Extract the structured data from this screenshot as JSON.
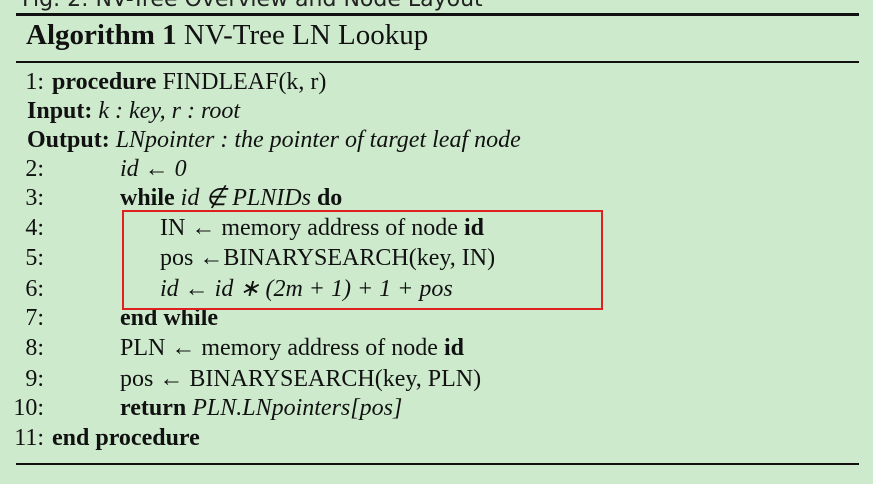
{
  "top_caption": "Fig. 2: NV-Tree Overview and Node Layout",
  "algorithm": {
    "label": "Algorithm 1",
    "title": "NV-Tree LN Lookup"
  },
  "lines": [
    {
      "num": "1:",
      "kw": "procedure",
      "text": "FINDLEAF(k, r)"
    },
    {
      "label": "Input:",
      "text": "k : key, r : root"
    },
    {
      "label": "Output:",
      "text": "LNpointer : the pointer of target leaf node"
    },
    {
      "num": "2:",
      "text": "id ← 0"
    },
    {
      "num": "3:",
      "kw": "while",
      "text": "id ∉ PLNIDs",
      "kw2": "do"
    },
    {
      "num": "4:",
      "text": "IN ← memory address of node",
      "bold": "id"
    },
    {
      "num": "5:",
      "text": "pos ←BINARYSEARCH(key, IN)"
    },
    {
      "num": "6:",
      "text": "id ← id ∗ (2m + 1) + 1 + pos"
    },
    {
      "num": "7:",
      "kw": "end while"
    },
    {
      "num": "8:",
      "text": "PLN ← memory address of node",
      "bold": "id"
    },
    {
      "num": "9:",
      "text": "pos ← BINARYSEARCH(key, PLN)"
    },
    {
      "num": "10:",
      "kw": "return",
      "text": "PLN.LNpointers[pos]"
    },
    {
      "num": "11:",
      "kw": "end procedure"
    }
  ],
  "colors": {
    "background": "#cdeacd",
    "highlight_box": "#e02020"
  }
}
